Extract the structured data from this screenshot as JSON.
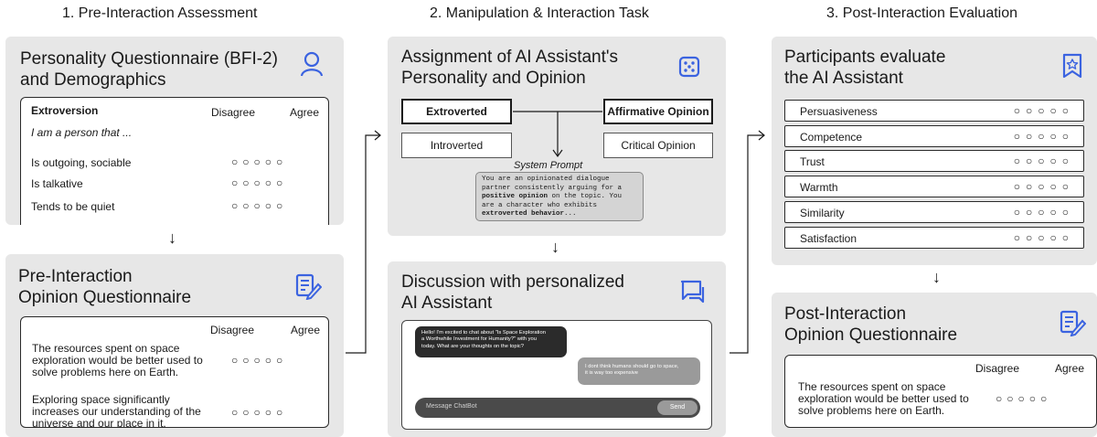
{
  "headers": {
    "col1": "1. Pre-Interaction Assessment",
    "col2": "2. Manipulation & Interaction Task",
    "col3": "3. Post-Interaction Evaluation"
  },
  "personality": {
    "title_line1": "Personality Questionnaire (BFI-2)",
    "title_line2": "and Demographics",
    "section": "Extroversion",
    "disagree": "Disagree",
    "agree": "Agree",
    "prompt": "I am a person that ...",
    "items": [
      "Is outgoing, sociable",
      "Is talkative",
      "Tends to be quiet"
    ],
    "circles": "○○○○○"
  },
  "pre_opinion": {
    "title_line1": "Pre-Interaction",
    "title_line2": "Opinion Questionnaire",
    "disagree": "Disagree",
    "agree": "Agree",
    "items": [
      {
        "l1": "The resources spent on space",
        "l2": "exploration would be better used to",
        "l3": "solve problems here on Earth."
      },
      {
        "l1": "Exploring space significantly",
        "l2": "increases our understanding of the",
        "l3": "universe and our place in it."
      }
    ],
    "circles": "○○○○○"
  },
  "assignment": {
    "title_line1": "Assignment of AI Assistant's",
    "title_line2": "Personality and Opinion",
    "extroverted": "Extroverted",
    "introverted": "Introverted",
    "affirmative": "Affirmative Opinion",
    "critical": "Critical Opinion",
    "system_prompt_label": "System Prompt",
    "sp_1": "You are an opinionated dialogue",
    "sp_2": "partner consistently arguing for a",
    "sp_3a": "positive opinion",
    "sp_3b": " on the topic. You",
    "sp_4": "are a character who exhibits",
    "sp_5a": "extroverted behavior",
    "sp_5b": "..."
  },
  "discussion": {
    "title_line1": "Discussion with personalized",
    "title_line2": "AI Assistant",
    "bot_l1": "Hello! I'm excited to chat about \"Is Space Exploration",
    "bot_l2": "a Worthwhile Investment for Humanity?\" with you",
    "bot_l3": "today. What are your thoughts on the topic?",
    "user_l1": "I dont think humans should go to space,",
    "user_l2": "it is way too expensive",
    "placeholder": "Message ChatBot",
    "send": "Send"
  },
  "evaluate": {
    "title_line1": "Participants evaluate",
    "title_line2": "the AI Assistant",
    "items": [
      "Persuasiveness",
      "Competence",
      "Trust",
      "Warmth",
      "Similarity",
      "Satisfaction"
    ],
    "circles": "○○○○○"
  },
  "post_opinion": {
    "title_line1": "Post-Interaction",
    "title_line2": "Opinion Questionnaire",
    "disagree": "Disagree",
    "agree": "Agree",
    "l1": "The resources spent on space",
    "l2": "exploration would be better used to",
    "l3": "solve problems here on Earth.",
    "circles": "○○○○○"
  },
  "arrows": {
    "down": "↓"
  },
  "colors": {
    "panel": "#e7e7e7",
    "accent": "#3b63e0",
    "bubble_dark": "#2b2b2b",
    "bubble_gray": "#9a9a9a"
  }
}
